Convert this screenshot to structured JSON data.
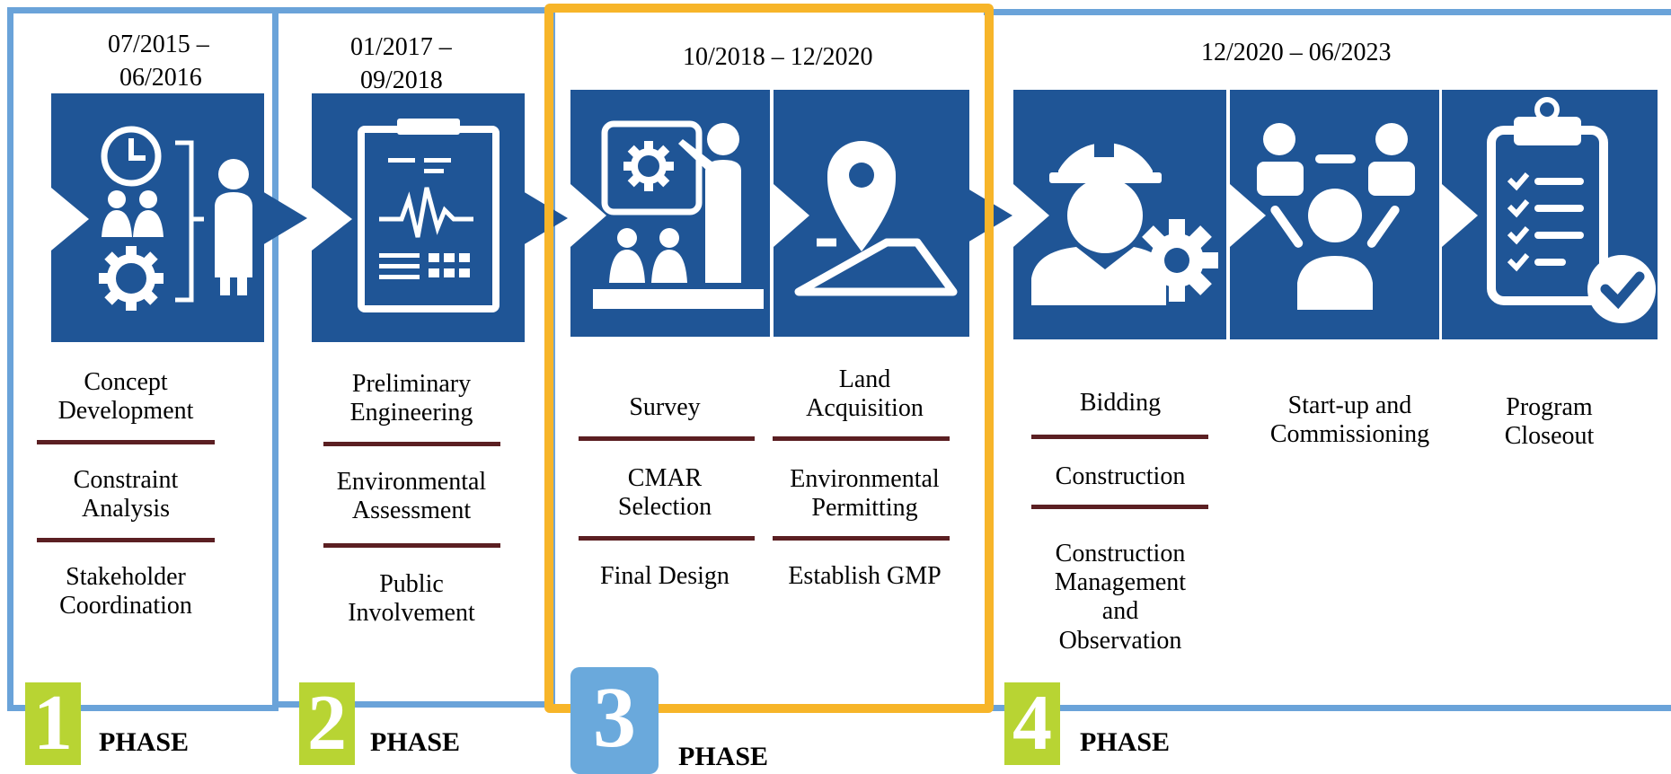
{
  "colors": {
    "tile_blue": "#1f5596",
    "frame_blue": "#6aa3d9",
    "active_frame_orange": "#f7b529",
    "rule_maroon": "#5b1f22",
    "badge_green": "#b8d433",
    "badge_active_blue": "#6aa9dc"
  },
  "phases": [
    {
      "number": "1",
      "label": "PHASE",
      "date_range": [
        "07/2015 –",
        "06/2016"
      ],
      "icons": [
        "team-org-chart-icon"
      ],
      "activities": [
        "Concept\nDevelopment",
        "Constraint\nAnalysis",
        "Stakeholder\nCoordination"
      ]
    },
    {
      "number": "2",
      "label": "PHASE",
      "date_range": [
        "01/2017 –",
        "09/2018"
      ],
      "icons": [
        "clipboard-chart-icon"
      ],
      "activities": [
        "Preliminary\nEngineering",
        "Environmental\nAssessment",
        "Public\nInvolvement"
      ]
    },
    {
      "number": "3",
      "label": "PHASE",
      "active": true,
      "date_range": [
        "10/2018 – 12/2020"
      ],
      "icons": [
        "presentation-icon",
        "map-pin-icon"
      ],
      "activities_left": [
        "Survey",
        "CMAR\nSelection",
        "Final Design"
      ],
      "activities_right": [
        "Land\nAcquisition",
        "Environmental\nPermitting",
        "Establish GMP"
      ]
    },
    {
      "number": "4",
      "label": "PHASE",
      "date_range": [
        "12/2020 – 06/2023"
      ],
      "icons": [
        "engineer-gear-icon",
        "team-network-icon",
        "checklist-icon"
      ],
      "activities_col1": [
        "Bidding",
        "Construction",
        "Construction\nManagement\nand\nObservation"
      ],
      "activities_col2": [
        "Start-up and\nCommissioning"
      ],
      "activities_col3": [
        "Program\nCloseout"
      ]
    }
  ]
}
